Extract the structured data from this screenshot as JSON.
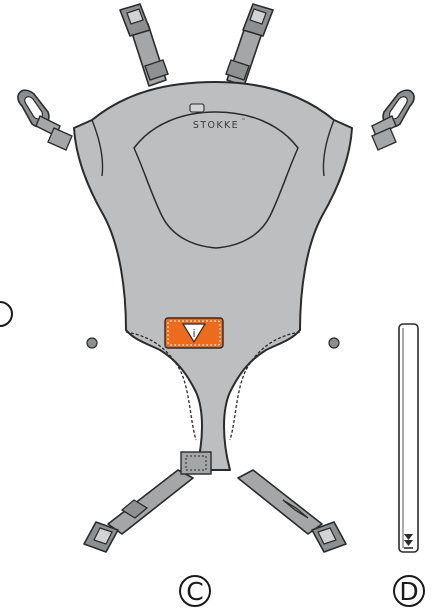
{
  "brand_text": "STOKKE",
  "brand_trademark": "™",
  "warning_icon_text": "i",
  "labels": {
    "carrier_part": "C",
    "strap_part": "D"
  },
  "colors": {
    "body_fill": "#bdbebf",
    "strap_fill": "#a4a6a8",
    "outline": "#2b2b2b",
    "warning_orange": "#ec6b1c",
    "background": "#ffffff"
  },
  "icons": [
    "buckle-icon",
    "warning-label-icon",
    "double-arrow-down-icon"
  ]
}
